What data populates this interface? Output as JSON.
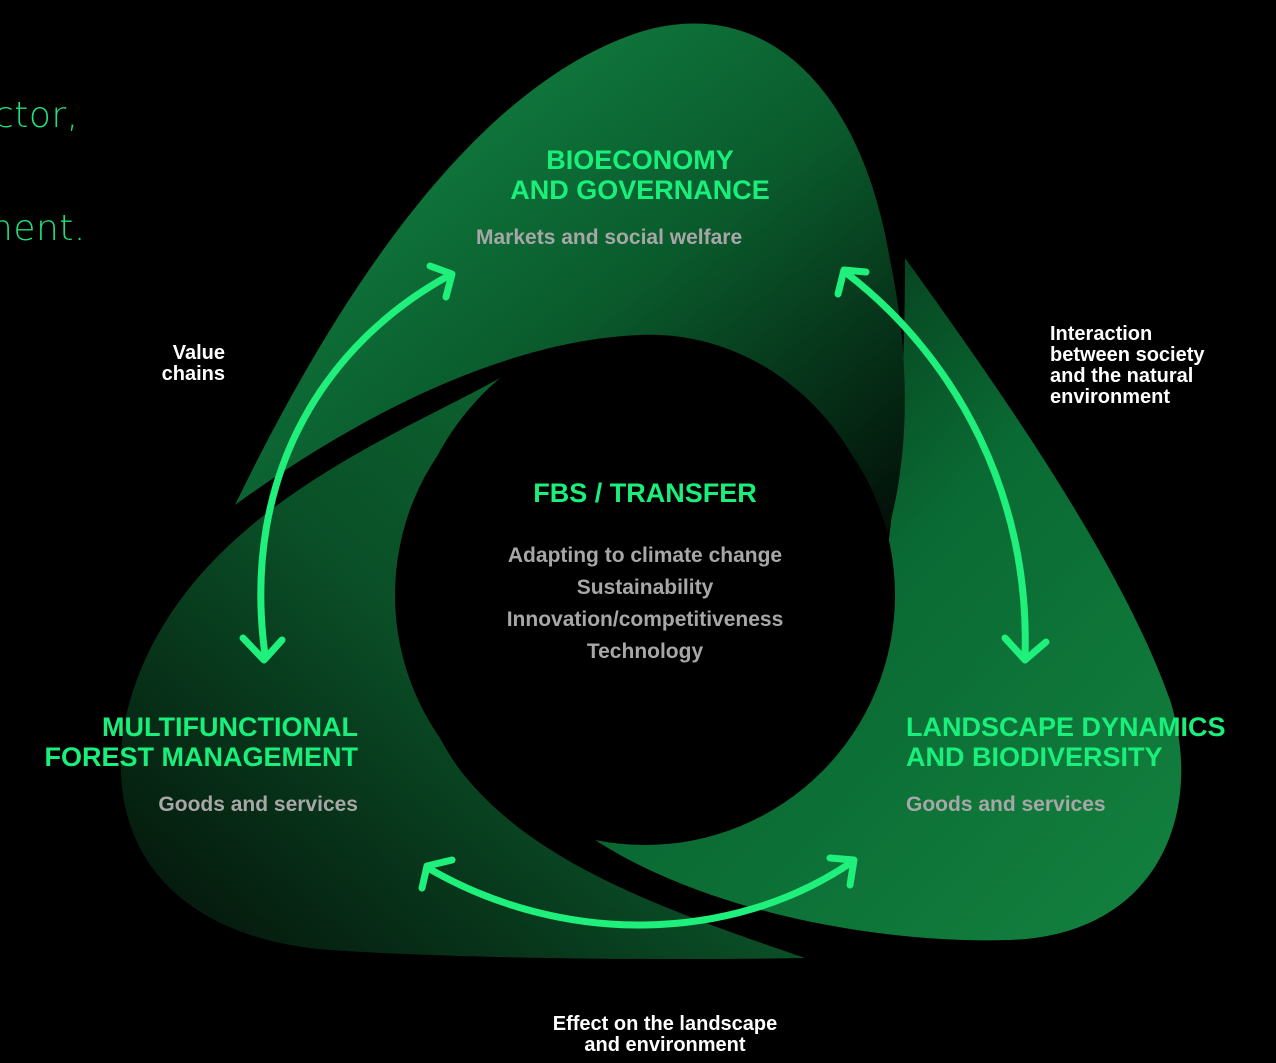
{
  "background_text": {
    "line1": "ctor,",
    "line2": "nent."
  },
  "nodes": {
    "top": {
      "title_line1": "BIOECONOMY",
      "title_line2": "AND GOVERNANCE",
      "subtitle": "Markets and social welfare"
    },
    "left": {
      "title_line1": "MULTIFUNCTIONAL",
      "title_line2": "FOREST MANAGEMENT",
      "subtitle": "Goods and services"
    },
    "right": {
      "title_line1": "LANDSCAPE DYNAMICS",
      "title_line2": "AND BIODIVERSITY",
      "subtitle": "Goods and services"
    }
  },
  "center": {
    "title": "FBS / TRANSFER",
    "items": [
      "Adapting to climate change",
      "Sustainability",
      "Innovation/competitiveness",
      "Technology"
    ]
  },
  "flows": {
    "top_left": {
      "line1": "Value",
      "line2": "chains"
    },
    "top_right": {
      "line1": "Interaction",
      "line2": "between society",
      "line3": "and the natural",
      "line4": "environment"
    },
    "bottom": {
      "line1": "Effect on the landscape",
      "line2": "and environment"
    }
  },
  "colors": {
    "background": "#000000",
    "accent_green": "#19f07c",
    "shape_green": "#0d7a3c",
    "subtitle_grey": "#a7a7a7",
    "flow_label": "#ffffff"
  }
}
